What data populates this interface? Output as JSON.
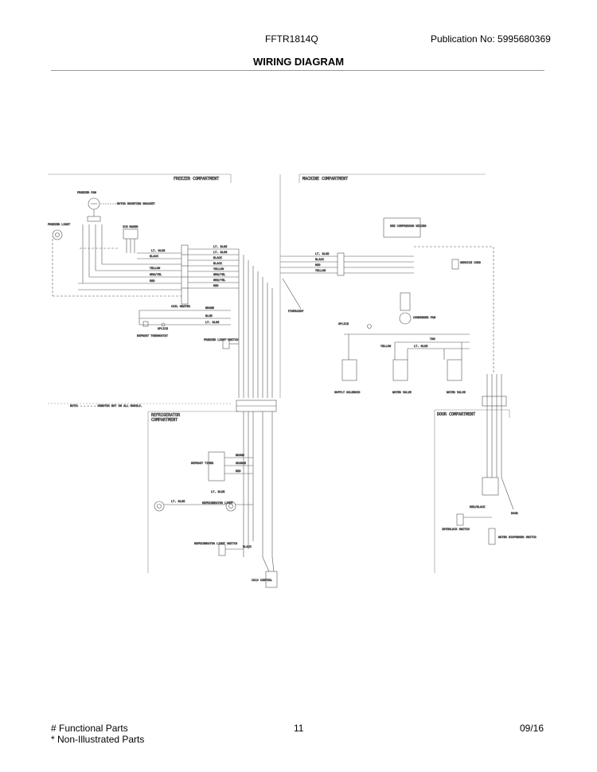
{
  "header": {
    "model": "FFTR1814Q",
    "publication": "Publication No:  5995680369",
    "title": "WIRING DIAGRAM"
  },
  "diagram": {
    "sections": {
      "freezer": "FREEZER COMPARTMENT",
      "machine": "MACHINE COMPARTMENT",
      "refrigerator_1": "REFRIGERATOR",
      "refrigerator_2": "COMPARTMENT",
      "door": "DOOR COMPARTMENT"
    },
    "note": "NOTE: - - - - - DENOTES NOT ON ALL MODELS.",
    "components": {
      "freezer_fan": "FREEZER FAN",
      "motor_bracket": "MOTOR MOUNTING BRACKET",
      "freezer_light": "FREEZER LIGHT",
      "ice_maker": "ICE MAKER",
      "coil_heater": "COIL HEATER",
      "splice": "SPLICE",
      "defrost_thermostat": "DEFROST THERMOSTAT",
      "freezer_light_switch": "FREEZER LIGHT SWITCH",
      "pigmachop": "PIGMACHOP",
      "compressor_wiring": "SEE COMPRESSOR WIRING",
      "service_cord": "SERVICE CORD",
      "condenser_fan": "CONDENSER FAN",
      "supply_solenoid": "SUPPLY SOLENOID",
      "water_valve_1": "WATER VALVE",
      "water_valve_2": "WATER VALVE",
      "defrost_timer": "DEFROST TIMER",
      "refrigerator_light": "REFRIGERATOR LIGHT",
      "refrigerator_light_switch": "REFRIGERATOR LIGHT SWITCH",
      "cold_control": "COLD CONTROL",
      "interlock_switch": "INTERLOCK SWITCH",
      "water_dispenser_switch": "WATER DISPENSER SWITCH",
      "door": "DOOR"
    },
    "wires": {
      "lt_blue": "LT. BLUE",
      "black": "BLACK",
      "yellow": "YELLOW",
      "grn_yel": "GRN/YEL",
      "red": "RED",
      "brown": "BROWN",
      "blue": "BLUE",
      "orange": "ORANGE",
      "tan": "TAN",
      "red_black": "RED/BLACK"
    }
  },
  "footer": {
    "functional": "# Functional Parts",
    "non_illustrated": "* Non-Illustrated Parts",
    "page": "11",
    "date": "09/16"
  }
}
